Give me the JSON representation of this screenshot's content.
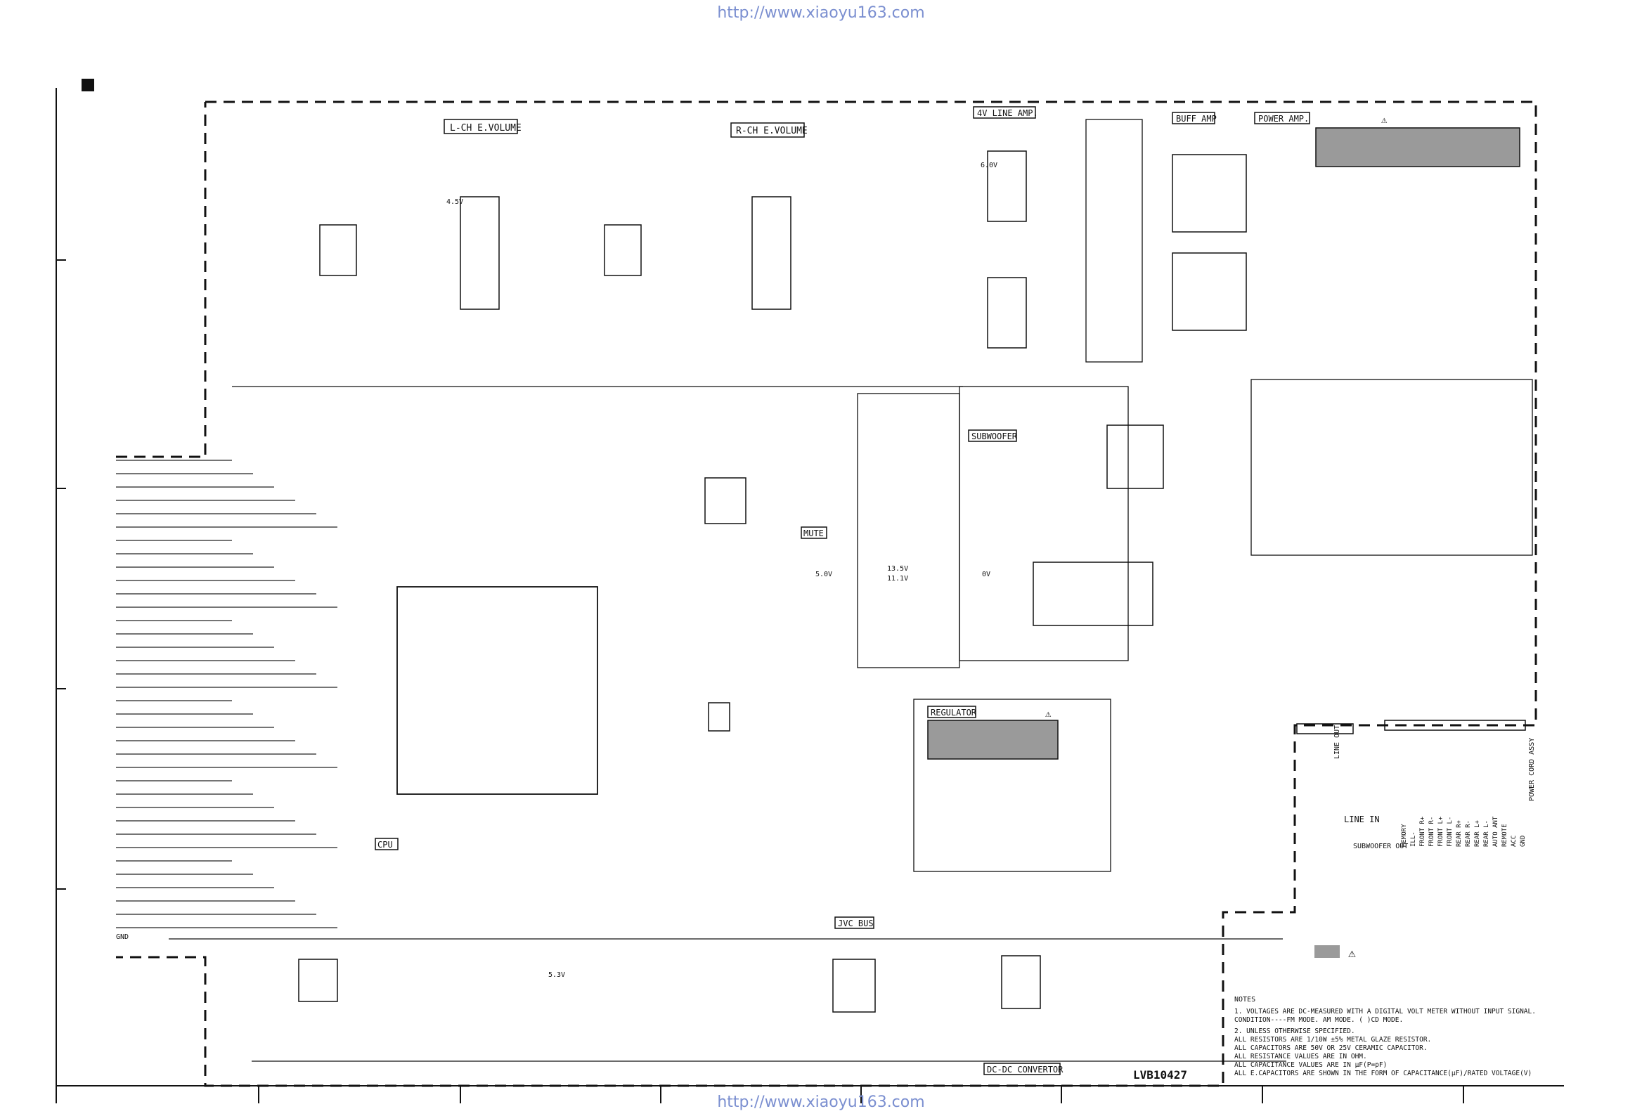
{
  "header": {
    "url_top": "http://www.xiaoyu163.com"
  },
  "footer": {
    "url_bottom": "http://www.xiaoyu163.com"
  },
  "blocks": {
    "lch_volume": "L-CH E.VOLUME",
    "rch_volume": "R-CH E.VOLUME",
    "line_amp": "4V LINE AMP.",
    "buff_amp": "BUFF AMP",
    "power_amp": "POWER AMP.",
    "subwoofer": "SUBWOOFER",
    "mute": "MUTE",
    "regulator": "REGULATOR",
    "cpu": "CPU",
    "jvc_bus": "JVC BUS",
    "dcdc": "DC-DC CONVERTOR"
  },
  "connectors": {
    "line_in": "LINE IN",
    "subwoofer_out": "SUBWOOFER OUT",
    "line_out": "LINE OUT",
    "power_cord": "POWER CORD ASSY",
    "ground": "GND"
  },
  "terminals": [
    "MEMORY",
    "ILL-",
    "FRONT R+",
    "FRONT R-",
    "FRONT L+",
    "FRONT L-",
    "REAR R+",
    "REAR R-",
    "REAR L+",
    "REAR L-",
    "AUTO ANT",
    "REMOTE",
    "ACC",
    "GND"
  ],
  "voltages": [
    "4.5V",
    "5.0V",
    "6.0V",
    "13.5V",
    "5.3V",
    "11.1V",
    "0V"
  ],
  "notes": {
    "title": "NOTES",
    "lines": [
      "1.  VOLTAGES ARE DC-MEASURED WITH A DIGITAL VOLT METER WITHOUT INPUT SIGNAL.",
      "    CONDITION----FM MODE.        AM MODE.  ( )CD MODE.",
      "2.  UNLESS OTHERWISE SPECIFIED.",
      "    ALL RESISTORS ARE 1/10W ±5% METAL GLAZE RESISTOR.",
      "    ALL CAPACITORS ARE 50V OR 25V CERAMIC CAPACITOR.",
      "    ALL RESISTANCE VALUES ARE IN OHM.",
      "    ALL CAPACITANCE VALUES ARE IN µF(P=pF)",
      "    ALL E.CAPACITORS ARE SHOWN IN THE FORM OF CAPACITANCE(µF)/RATED VOLTAGE(V)"
    ]
  },
  "drawing_number": "LVB10427",
  "colors": {
    "line": "#111111",
    "url": "#7b8fd0",
    "shade": "#9a9a9a",
    "background": "#ffffff"
  }
}
